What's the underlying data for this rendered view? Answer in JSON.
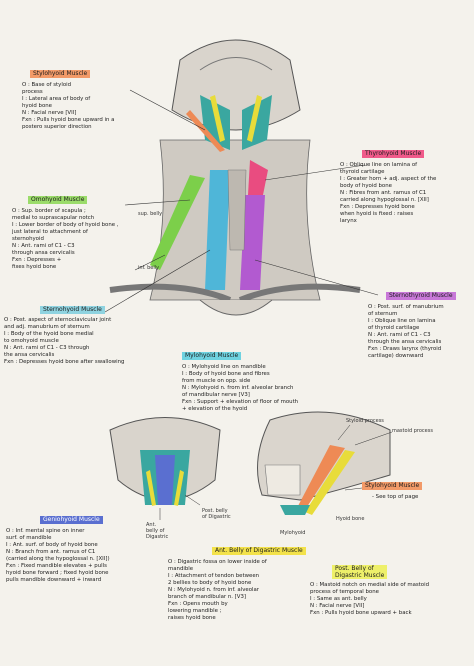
{
  "sections": {
    "stylohyoid_top": {
      "title": "Stylohyoid Muscle",
      "color": "#f29a68",
      "text": "O : Base of styloid\n     process\nI : Lateral area of body of\n     hyoid bone\nN : Facial nerve [VII]\nFxn : Pulls hyoid bone upward in a\n     postero superior direction"
    },
    "omohyoid": {
      "title": "Omohyoid Muscle",
      "color": "#9bdc6a",
      "text": "O : Sup. border of scapula ;\n     medial to suprascapular notch\nI : Lower border of body of hyoid bone ,\n     just lateral to attachment of\n     sternohyoid\nN : Ant. rami of C1 - C3\n     through ansa cervicalis\nFxn : Depresses +\n     fixes hyoid bone"
    },
    "sternohyoid": {
      "title": "Sternohyoid Muscle",
      "color": "#8fd3e0",
      "text": "O : Post. aspect of sternoclavicular joint\n     and adj. manubrium of sternum\nI : Body of the hyoid bone medial\n     to omohyoid muscle\nN : Ant. rami of C1 - C3 through\n     the ansa cervicalis\nFxn : Depresses hyoid bone after swallowing"
    },
    "thyrohyoid": {
      "title": "Thyrohyoid Muscle",
      "color": "#f05a8a",
      "text": "O : Oblique line on lamina of\n     thyroid cartilage\nI : Greater horn + adj. aspect of the\n     body of hyoid bone\nN : Fibres from ant. ramus of C1\n     carried along hypoglossal n. [XII]\nFxn : Depresses hyoid bone\n     when hyoid is fixed : raises\n     larynx"
    },
    "sternothyroid": {
      "title": "Sternothyroid Muscle",
      "color": "#c878d8",
      "text": "O : Post. surf. of manubrium\n     of sternum\nI : Oblique line on lamina\n     of thyroid cartilage\nN : Ant. rami of C1 - C3\n     through the ansa cervicalis\nFxn : Draws larynx (thyroid\n     cartilage) downward"
    },
    "mylohyoid": {
      "title": "Mylohyoid Muscle",
      "color": "#6ed2e0",
      "text": "O : Mylohyoid line on mandible\nI : Body of hyoid bone and fibres\n     from muscle on opp. side\nN : Mylohyoid n. from inf. alveolar branch\n     of mandibular nerve [V3]\nFxn : Support + elevation of floor of mouth\n     + elevation of the hyoid"
    },
    "geniohyoid": {
      "title": "Geniohyoid Muscle",
      "color": "#5a6fd0",
      "text": "O : Inf. mental spine on inner\n     surf. of mandible\nI : Ant. surf. of body of hyoid bone\nN : Branch from ant. ramus of C1\n     (carried along the hypoglossal n. [XII])\nFxn : Fixed mandible elevates + pulls\n     hyoid bone forward ; fixed hyoid bone\n     pulls mandible downward + inward"
    },
    "ant_digastric": {
      "title": "Ant. Belly of Digastric Muscle",
      "color": "#f3e24a",
      "text": "O : Digastric fossa on lower inside of\n     mandible\nI : Attachment of tendon between\n     2 bellies to body of hyoid bone\nN : Mylohyoid n. from inf. alveolar\n     branch of mandibular n. [V3]\nFxn : Opens mouth by\n     lowering mandible ;\n     raises hyoid bone"
    },
    "post_digastric": {
      "title": "Post. Belly of\nDigastric Muscle",
      "color": "#eef06a",
      "text": "O : Mastoid notch on medial side of mastoid\n     process of temporal bone\nI : Same as ant. belly\nN : Facial nerve [VII]\nFxn : Pulls hyoid bone upward + back"
    },
    "stylohyoid_bottom": {
      "title": "Stylohyoid Muscle",
      "color": "#f29a68",
      "text": "- See top of page"
    }
  },
  "labels": {
    "sup_belly": "sup. belly",
    "inf_belly": "inf. belly",
    "ant_belly": "Ant.\nbelly of\nDigastric",
    "post_belly_small": "Post. belly\nof Digastric",
    "styloid_process": "Styloid process",
    "mastoid_process": "mastoid process",
    "mylohyoid_lbl": "Mylohyoid",
    "hyoid_bone_lbl": "Hyoid bone"
  }
}
